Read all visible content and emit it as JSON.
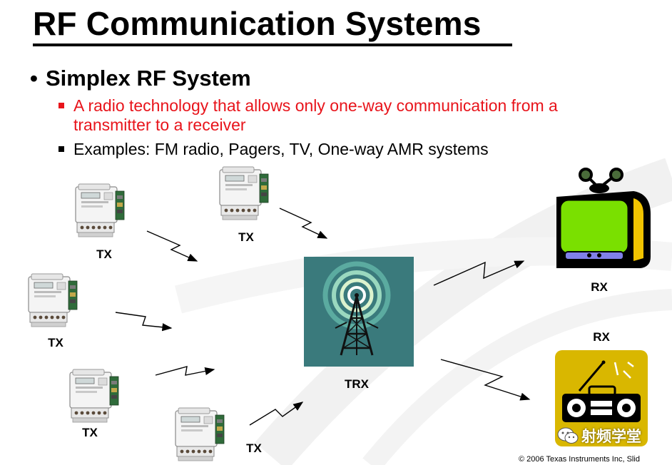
{
  "slide": {
    "title": "RF Communication Systems",
    "bullet": "Simplex RF System",
    "sub_bullets": [
      "A radio technology that allows only one-way communication from a transmitter to a receiver",
      "Examples: FM radio, Pagers, TV, One-way AMR systems"
    ],
    "copyright": "© 2006 Texas Instruments Inc, Slid"
  },
  "diagram": {
    "tx_label": "TX",
    "trx_label": "TRX",
    "rx_label": "RX"
  },
  "watermark": {
    "text": "射频学堂"
  },
  "colors": {
    "highlight_red": "#e8141b",
    "tower_bg": "#3a7a7c",
    "tv_screen": "#7ae000",
    "radio_bg": "#d9b700"
  },
  "icons": [
    "power-meter-icon",
    "radio-tower-icon",
    "television-icon",
    "boombox-radio-icon",
    "lightning-arrow-icon",
    "wechat-icon"
  ]
}
